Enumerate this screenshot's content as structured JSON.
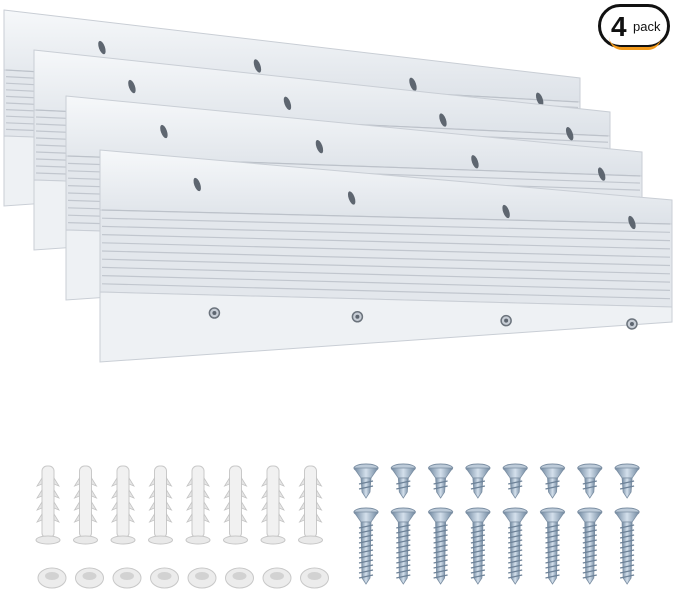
{
  "badge": {
    "count": "4",
    "word": "pack",
    "accent": "#f39a1b"
  },
  "product": {
    "rail_count": 4,
    "anchor_count": 8,
    "washer_count": 8,
    "short_screw_count": 8,
    "long_screw_count": 8
  },
  "colors": {
    "rail_face": "#eceff3",
    "rail_edge": "#c9ced5",
    "rail_groove": "#b9bfc7",
    "anchor": "#f1f1f1",
    "screw": "#9fb3c8"
  }
}
